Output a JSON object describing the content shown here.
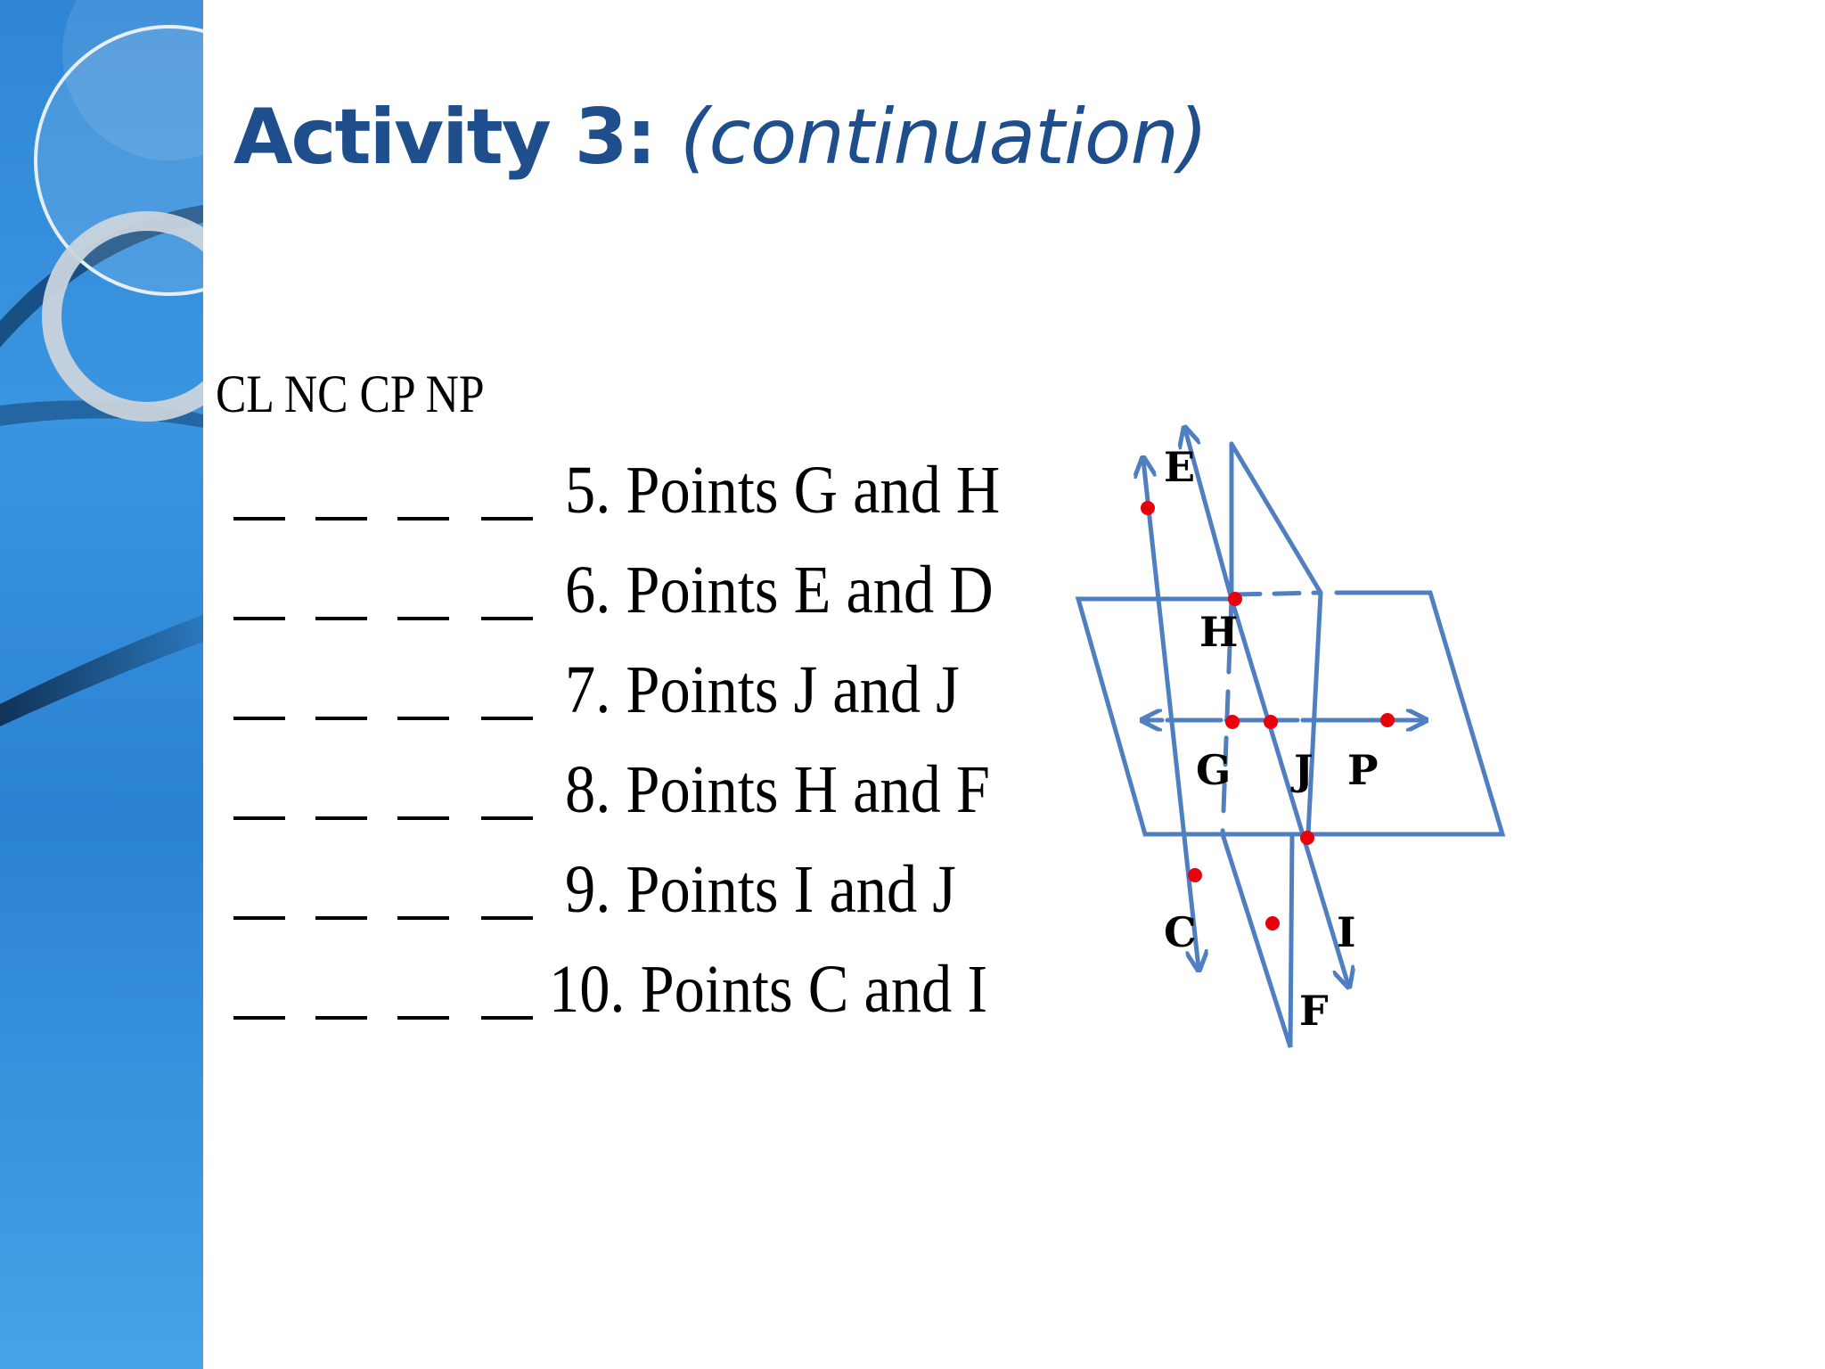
{
  "title": {
    "main": "Activity 3:",
    "sub": "(continuation)"
  },
  "column_header": "CL NC  CP NP",
  "questions": [
    {
      "text": "5. Points G and H"
    },
    {
      "text": "6. Points E and D"
    },
    {
      "text": "7. Points J and J"
    },
    {
      "text": "8. Points H and F"
    },
    {
      "text": "9. Points I and J"
    },
    {
      "text": "10. Points C and I"
    }
  ],
  "diagram": {
    "labels": {
      "E": "E",
      "H": "H",
      "G": "G",
      "J": "J",
      "P": "P",
      "C": "C",
      "I": "I",
      "F": "F"
    },
    "line_color": "#4f7fc0",
    "point_color": "#e8000b"
  },
  "colors": {
    "title": "#1f4e8c",
    "band": "#2f86d6"
  }
}
